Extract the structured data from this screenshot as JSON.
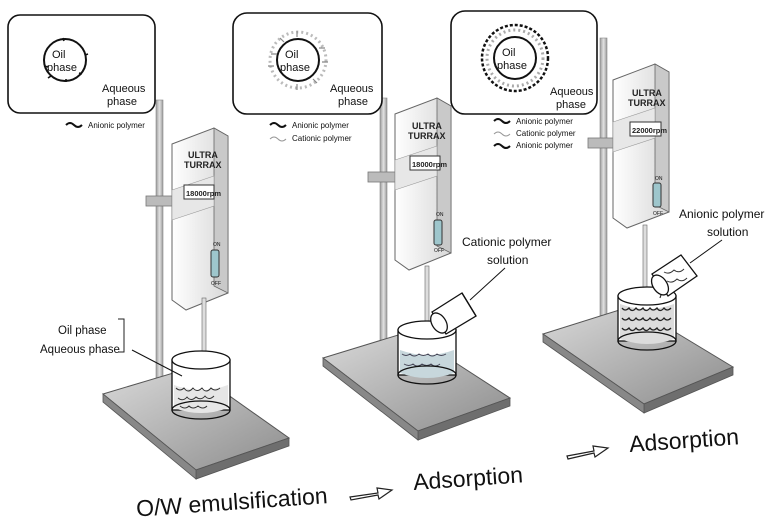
{
  "panels": [
    {
      "inset": {
        "oil": [
          "Oil",
          "phase"
        ],
        "aqueous": [
          "Aqueous",
          "phase"
        ]
      },
      "legend": [
        {
          "label": "Anionic polymer"
        }
      ],
      "device": {
        "brand": [
          "ULTRA",
          "TURRAX"
        ],
        "speed": "18000rpm",
        "on": "ON",
        "off": "OFF"
      }
    },
    {
      "inset": {
        "oil": [
          "Oil",
          "phase"
        ],
        "aqueous": [
          "Aqueous",
          "phase"
        ]
      },
      "legend": [
        {
          "label": "Anionic polymer"
        },
        {
          "label": "Cationic polymer"
        }
      ],
      "device": {
        "brand": [
          "ULTRA",
          "TURRAX"
        ],
        "speed": "18000rpm",
        "on": "ON",
        "off": "OFF"
      },
      "solution_label": [
        "Cationic polymer",
        "solution"
      ]
    },
    {
      "inset": {
        "oil": [
          "Oil",
          "phase"
        ],
        "aqueous": [
          "Aqueous",
          "phase"
        ]
      },
      "legend": [
        {
          "label": "Anionic polymer"
        },
        {
          "label": "Cationic polymer"
        },
        {
          "label": "Anionic polymer"
        }
      ],
      "device": {
        "brand": [
          "ULTRA",
          "TURRAX"
        ],
        "speed": "22000rpm",
        "on": "ON",
        "off": "OFF"
      },
      "solution_label": [
        "Anionic polymer",
        "solution"
      ]
    }
  ],
  "phase_labels": [
    "Oil phase",
    "Aqueous phase"
  ],
  "steps": [
    "O/W emulsification",
    "Adsorption",
    "Adsorption"
  ],
  "colors": {
    "line": "#111111",
    "device_front": "#f2f2f2",
    "device_side": "#cfcfcf",
    "plate": "#9a9a9a",
    "plate_top": "#c4c4c4",
    "stand": "#bdbdbd",
    "liquid": "#a7b2b6"
  }
}
